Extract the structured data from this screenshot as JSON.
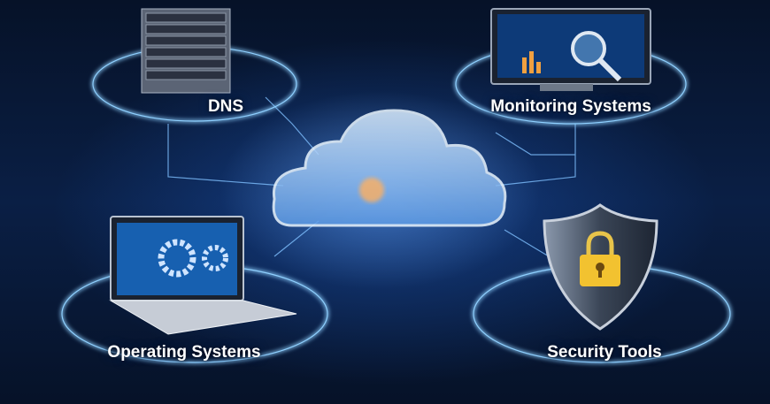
{
  "nodes": {
    "dns": {
      "label": "DNS",
      "icon": "server-rack-icon"
    },
    "monitoring": {
      "label": "Monitoring Systems",
      "icon": "monitor-magnifier-icon"
    },
    "os": {
      "label": "Operating Systems",
      "icon": "laptop-gears-icon"
    },
    "security": {
      "label": "Security Tools",
      "icon": "shield-lock-icon"
    }
  },
  "center": {
    "icon": "cloud-icon"
  },
  "colors": {
    "glow": "#6fb8ff",
    "background": "#061228",
    "accent_orange": "#ff9a3c",
    "lock": "#f2c230"
  }
}
